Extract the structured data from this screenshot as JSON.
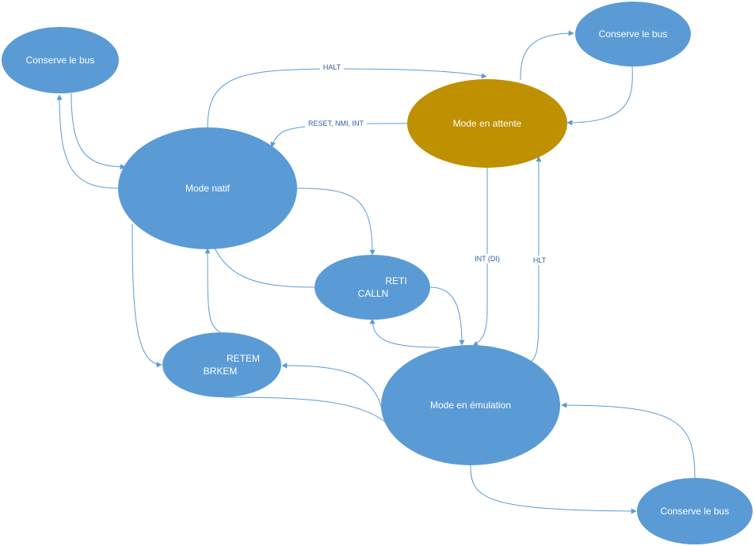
{
  "colors": {
    "node_blue": "#5b9bd5",
    "node_gold": "#bf9000",
    "edge": "#5b9bd5",
    "edge_label": "#2f5f9e"
  },
  "nodes": {
    "conserve_top_left": "Conserve le bus",
    "conserve_top_right": "Conserve le bus",
    "conserve_bottom_right": "Conserve le bus",
    "mode_natif": "Mode natif",
    "mode_attente": "Mode en attente",
    "mode_emulation": "Mode en émulation",
    "reti_callin": {
      "line1": "RETI",
      "line2": "CALLN"
    },
    "retem_brkem": {
      "line1": "RETEM",
      "line2": "BRKEM"
    }
  },
  "edges": {
    "halt": "HALT",
    "reset_nmi_int": "RESET, NMI, INT",
    "int_di": "INT (DI)",
    "hlt": "HLT"
  }
}
